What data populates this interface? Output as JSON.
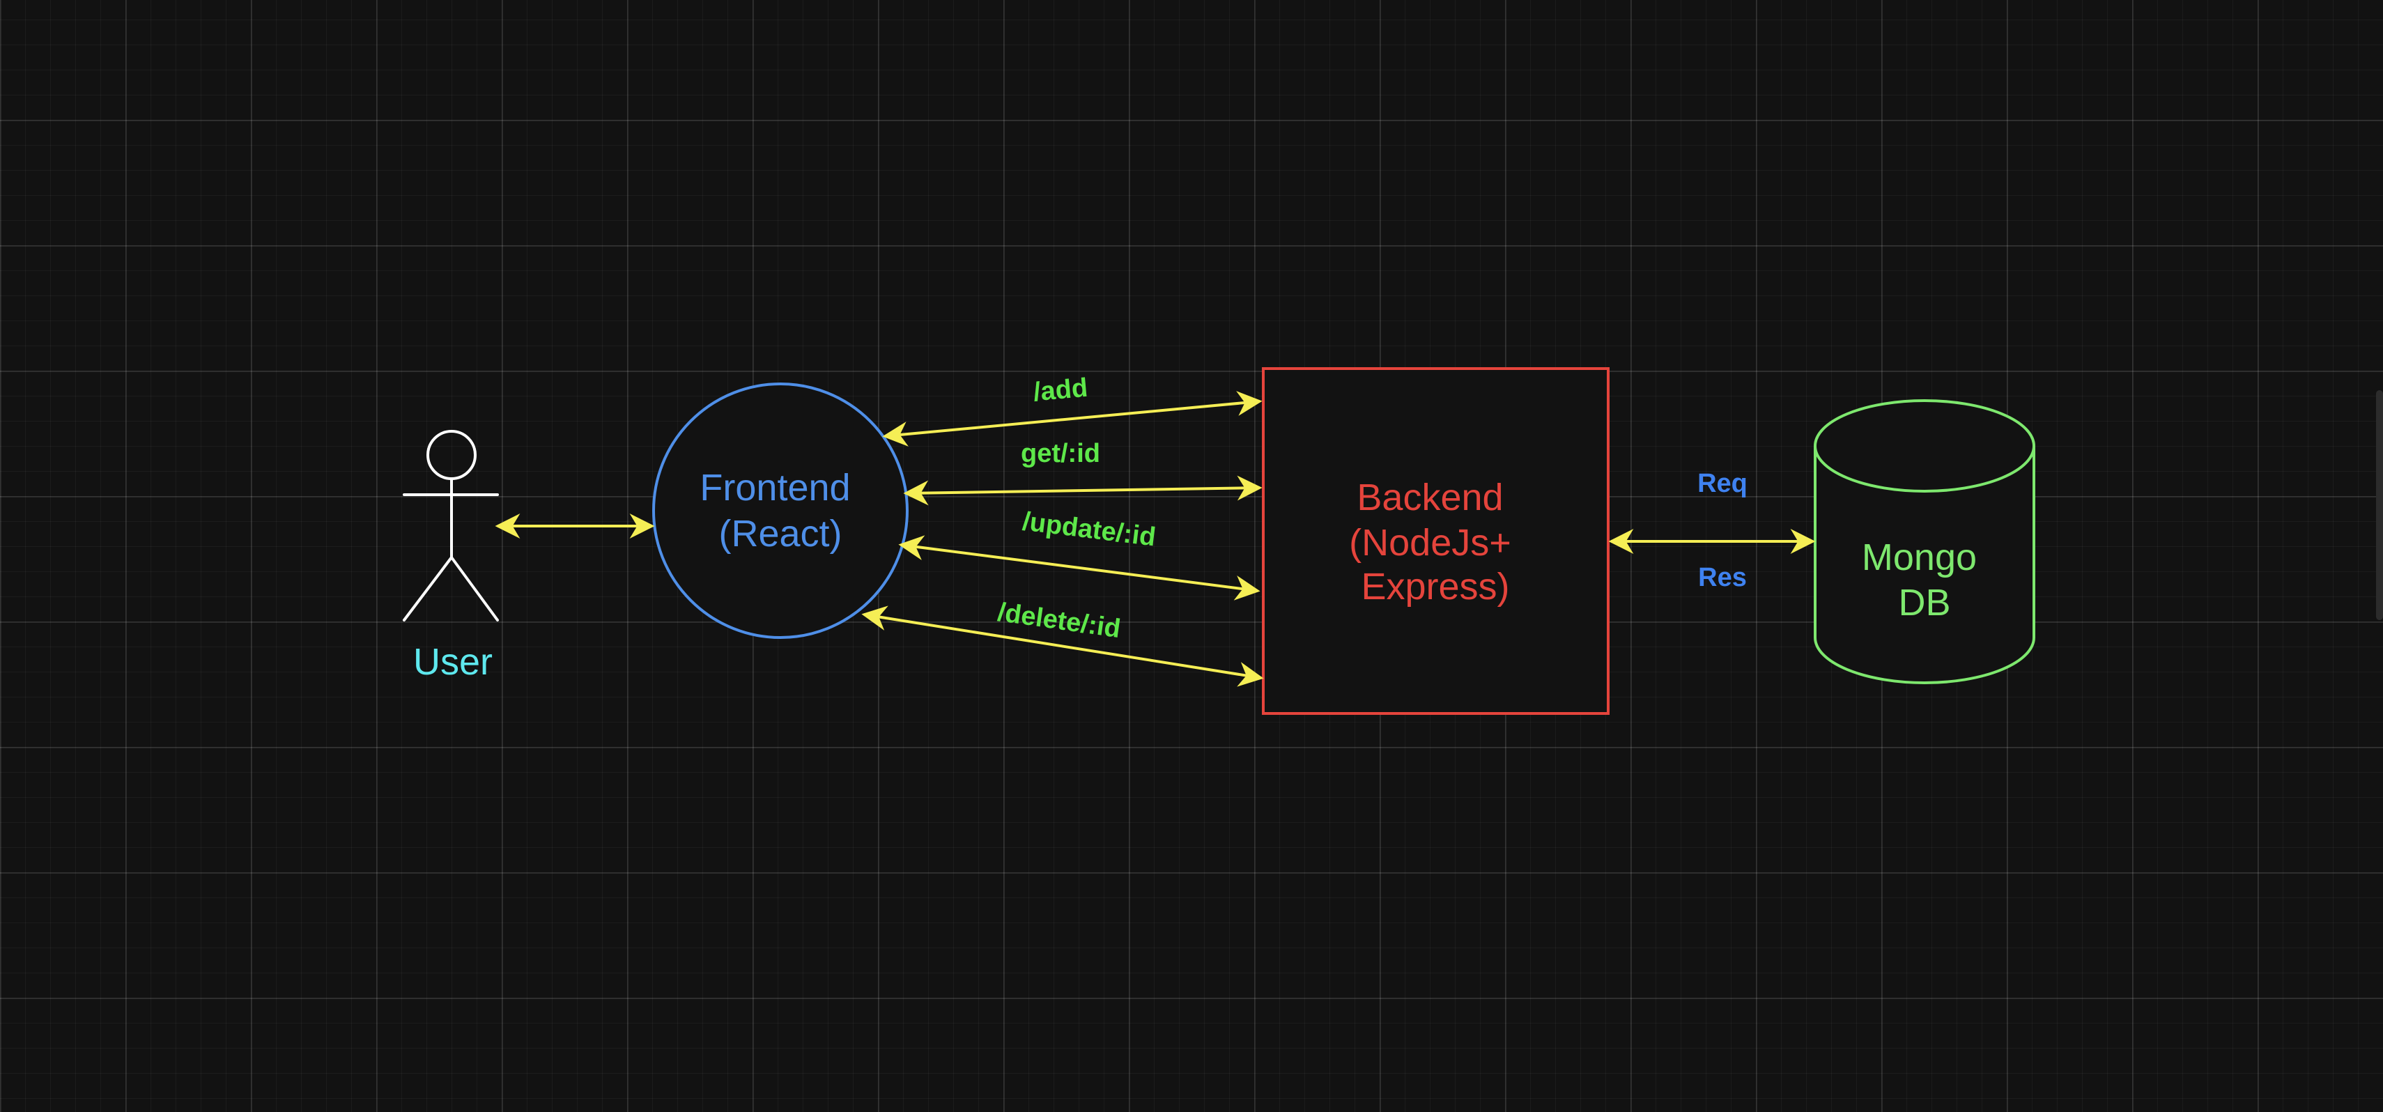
{
  "diagram": {
    "nodes": {
      "user": {
        "label": "User",
        "color": "#5ee8ee",
        "shape": "actor"
      },
      "frontend": {
        "lines": [
          "Frontend",
          "(React)"
        ],
        "color": "#4f8fe8",
        "shape": "circle"
      },
      "backend": {
        "lines": [
          "Backend",
          "(NodeJs+",
          "Express)"
        ],
        "color": "#e5443c",
        "shape": "rectangle"
      },
      "database": {
        "lines": [
          "Mongo",
          "DB"
        ],
        "color": "#7ee86e",
        "shape": "cylinder"
      }
    },
    "edges": {
      "add": "/add",
      "get": "get/:id",
      "update": "/update/:id",
      "delete": "/delete/:id",
      "req": "Req",
      "res": "Res"
    },
    "colors": {
      "arrow": "#f5ee55",
      "route_label": "#5ee84a",
      "db_label": "#3f82f0",
      "actor_stroke": "#ffffff"
    }
  }
}
